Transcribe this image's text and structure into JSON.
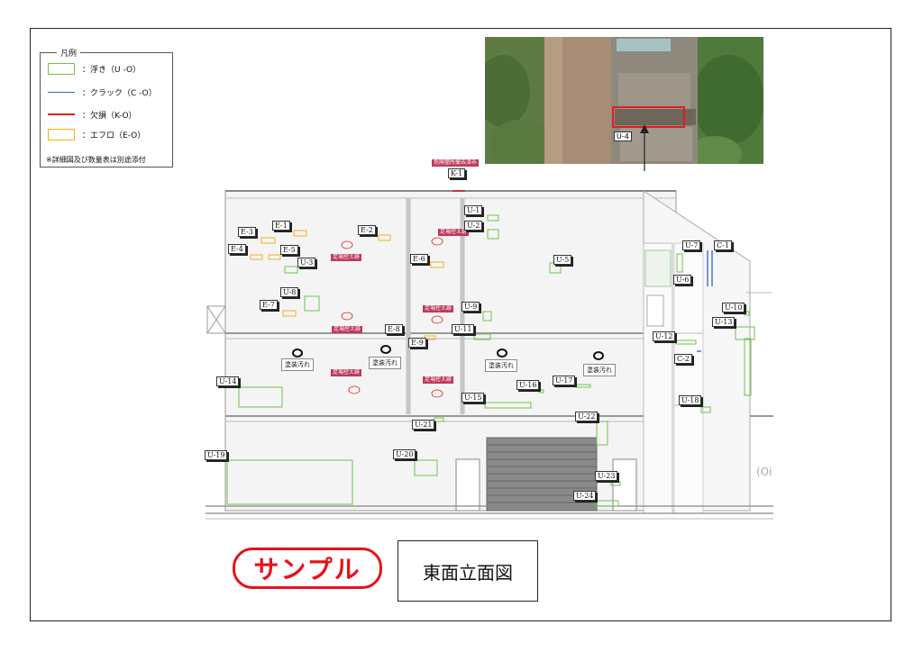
{
  "legend": {
    "title": "凡例",
    "items": [
      {
        "label": "：浮き（U -O）",
        "color": "#6fc24a",
        "kind": "box"
      },
      {
        "label": "：クラック（C -O）",
        "color": "#3a6fd1",
        "kind": "line"
      },
      {
        "label": "：欠損（K-O）",
        "color": "#e01e1e",
        "kind": "line"
      },
      {
        "label": "：エフロ（E-O）",
        "color": "#f2b21c",
        "kind": "box"
      }
    ],
    "note": "※詳細図及び数量表は別途添付"
  },
  "photo": {
    "label": "U-4"
  },
  "drawing": {
    "danger_note": "危険箇所撤去済み",
    "scaffold_note": "足場控え跡",
    "paint_stain": "塗装汚れ",
    "edge_text": "(Oi",
    "labels": {
      "K1": "K-1",
      "U1": "U-1",
      "U2": "U-2",
      "U3": "U-3",
      "U5": "U-5",
      "U6": "U-6",
      "U7": "U-7",
      "U8": "U-8",
      "U9": "U-9",
      "U10": "U-10",
      "U11": "U-11",
      "U12": "U-12",
      "U13": "U-13",
      "U14": "U-14",
      "U15": "U-15",
      "U16": "U-16",
      "U17": "U-17",
      "U18": "U-18",
      "U19": "U-19",
      "U20": "U-20",
      "U21": "U-21",
      "U22": "U-22",
      "U23": "U-23",
      "U24": "U-24",
      "C1": "C-1",
      "C2": "C-2",
      "E1": "E-1",
      "E2": "E-2",
      "E3": "E-3",
      "E4": "E-4",
      "E5": "E-5",
      "E6": "E-6",
      "E7": "E-7",
      "E8": "E-8",
      "E9": "E-9"
    }
  },
  "stamp": "サンプル",
  "title": "東面立面図",
  "colors": {
    "float": "#6fc24a",
    "crack": "#3a6fd1",
    "missing": "#e01e1e",
    "efflo": "#f2b21c"
  }
}
